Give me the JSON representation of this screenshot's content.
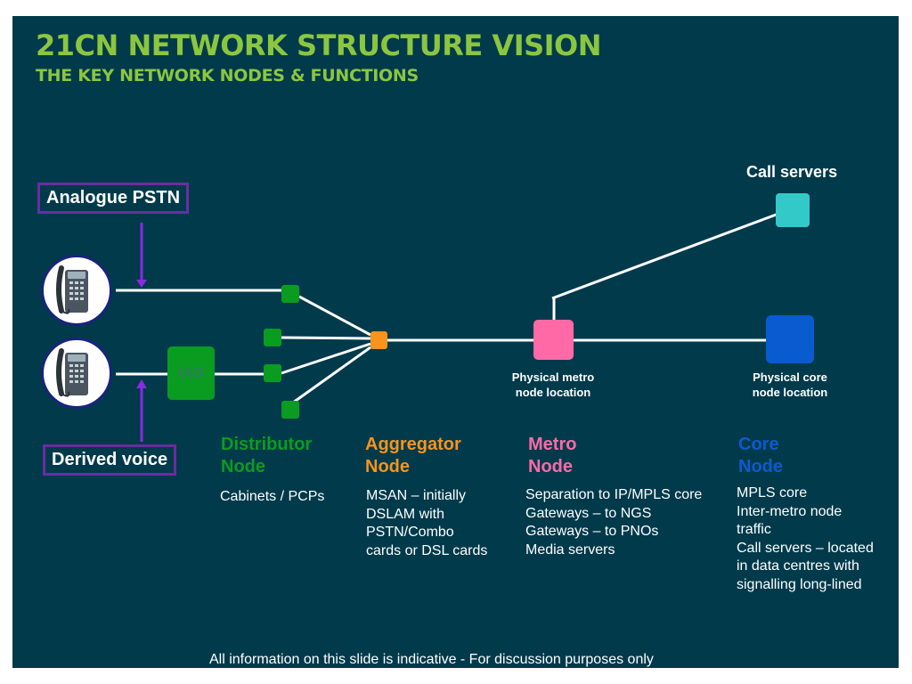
{
  "title": "21CN NETWORK STRUCTURE VISION",
  "subtitle": "THE KEY NETWORK NODES & FUNCTIONS",
  "labels": {
    "analogue_pstn": "Analogue PSTN",
    "derived_voice": "Derived voice",
    "iad": "IAD",
    "call_servers": "Call servers",
    "metro_location": [
      "Physical metro",
      "node location"
    ],
    "core_location": [
      "Physical core",
      "node location"
    ]
  },
  "nodes": {
    "distributor": {
      "title": [
        "Distributor",
        "Node"
      ],
      "color": "#0a9c20",
      "desc": [
        "Cabinets / PCPs"
      ]
    },
    "aggregator": {
      "title": [
        "Aggregator",
        "Node"
      ],
      "color": "#f7941d",
      "desc": [
        "MSAN – initially",
        "DSLAM with",
        "PSTN/Combo",
        "cards or DSL cards"
      ]
    },
    "metro": {
      "title": [
        "Metro",
        "Node"
      ],
      "color": "#ff6aa6",
      "desc": [
        "Separation to IP/MPLS core",
        "Gateways – to NGS",
        "Gateways – to PNOs",
        "Media servers"
      ]
    },
    "core": {
      "title": [
        "Core",
        "Node"
      ],
      "color": "#0a5bd0",
      "desc": [
        "MPLS core",
        "Inter-metro node",
        "traffic",
        "Call servers – located",
        "in data centres with",
        "signalling long-lined"
      ]
    }
  },
  "colors": {
    "background": "#003a4b",
    "title": "#8cc63f",
    "call_server": "#33c9c9",
    "label_border": "#6a2da0",
    "arrow": "#8a2be2"
  },
  "footer": "All information on this slide is indicative - For discussion purposes only"
}
